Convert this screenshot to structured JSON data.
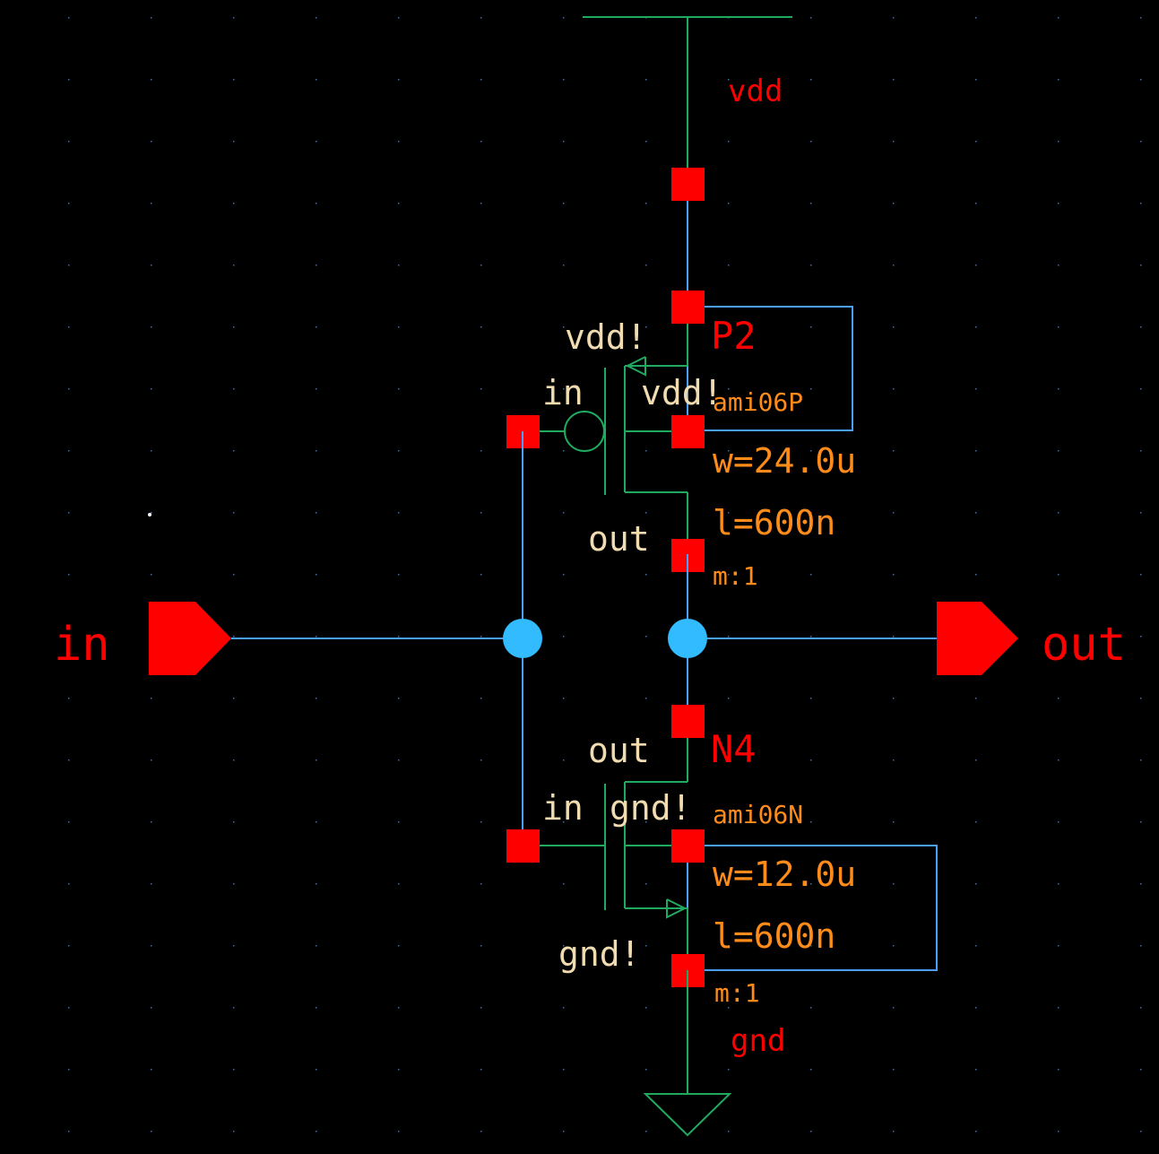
{
  "colors": {
    "background": "#000000",
    "grid_dot": "#4a6a9a",
    "wire_blue": "#4aa0ff",
    "wire_green": "#1faa60",
    "pin_red": "#ff0000",
    "net_node": "#33bbff",
    "label_red": "#ff0000",
    "label_cream": "#f0dcb0",
    "label_orange": "#ff8c1a"
  },
  "nets": {
    "vdd": "vdd",
    "gnd": "gnd"
  },
  "ports": {
    "in_label": "in",
    "out_label": "out"
  },
  "pmos": {
    "instance": "P2",
    "model": "ami06P",
    "width": "w=24.0u",
    "length": "l=600n",
    "multiplier": "m:1",
    "pin_source": "vdd!",
    "pin_bulk": "vdd!",
    "pin_gate": "in",
    "pin_drain": "out"
  },
  "nmos": {
    "instance": "N4",
    "model": "ami06N",
    "width": "w=12.0u",
    "length": "l=600n",
    "multiplier": "m:1",
    "pin_drain": "out",
    "pin_gate": "in",
    "pin_bulk": "gnd!",
    "pin_source": "gnd!"
  }
}
